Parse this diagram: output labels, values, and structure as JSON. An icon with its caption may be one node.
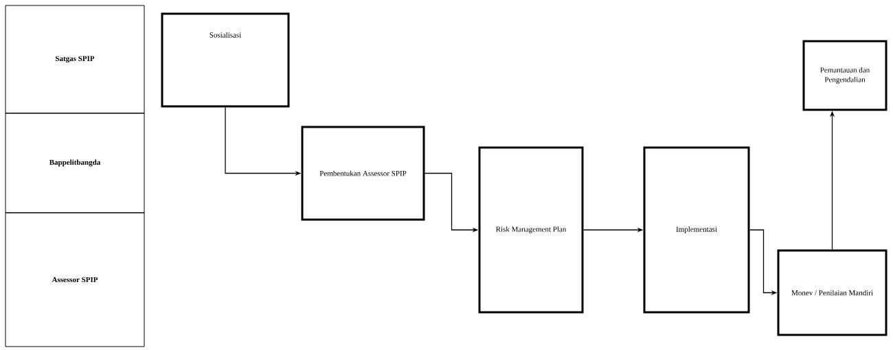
{
  "diagram": {
    "nodes": [
      {
        "text": [
          "Satgas SPIP"
        ]
      },
      {
        "text": [
          "Bappelitbangda"
        ]
      },
      {
        "text": [
          "Assessor SPIP"
        ]
      },
      {
        "text": [
          "Sosialisasi"
        ]
      },
      {
        "text": [
          "Pembentukan Assessor SPIP"
        ]
      },
      {
        "text": [
          "Risk Management Plan"
        ]
      },
      {
        "text": [
          "Implementasi"
        ]
      },
      {
        "text": [
          "Monev / Penilaian Mandiri"
        ]
      },
      {
        "text": [
          "Pemantauan dan Pengendalian"
        ]
      }
    ],
    "edges": [
      {
        "from": 3,
        "to": 4,
        "arrow": "to"
      },
      {
        "from": 4,
        "to": 5,
        "arrow": "to"
      },
      {
        "from": 5,
        "to": 6,
        "arrow": "to"
      },
      {
        "from": 6,
        "to": 7,
        "arrow": "to"
      },
      {
        "from": 7,
        "to": 8,
        "arrow": "to"
      }
    ]
  }
}
